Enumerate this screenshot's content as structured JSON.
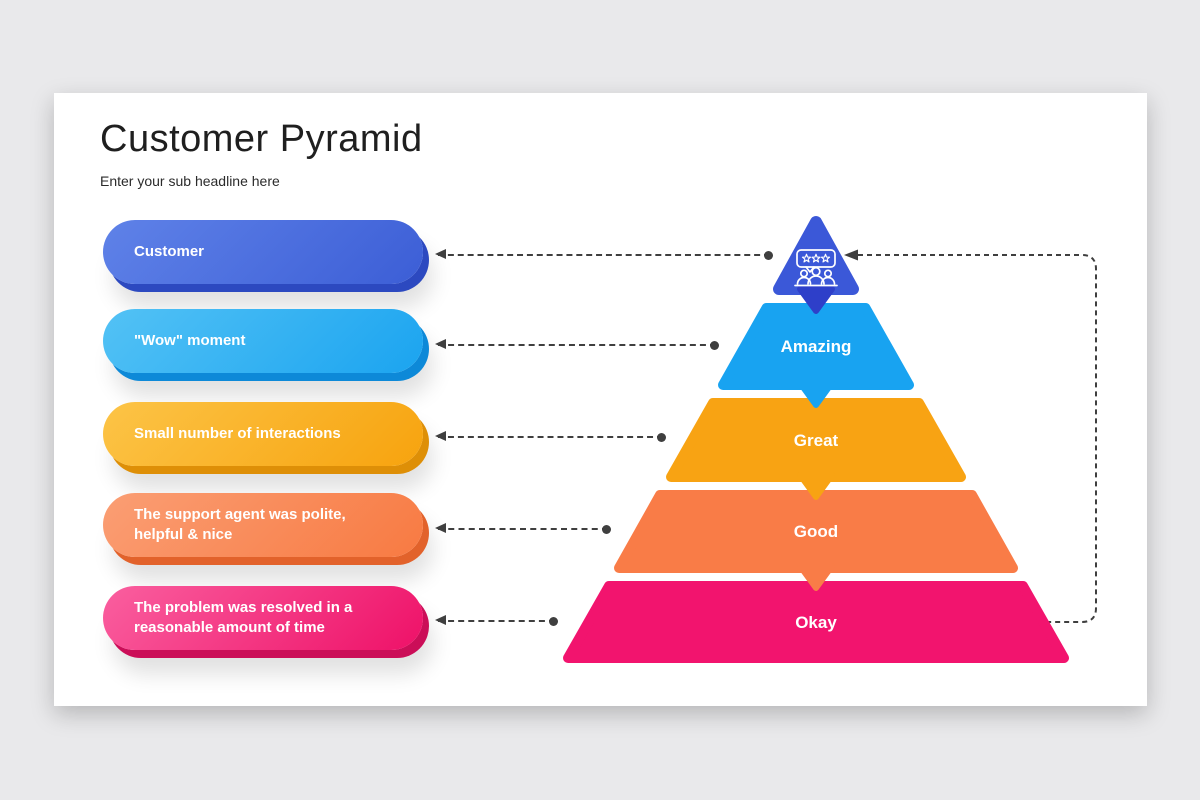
{
  "slide": {
    "title": "Customer Pyramid",
    "subtitle": "Enter your sub headline here"
  },
  "pills": [
    {
      "lines": [
        "Customer"
      ],
      "color_light": "#5f82e8",
      "color_dark": "#3c5ed6",
      "color_edge": "#2c49c0"
    },
    {
      "lines": [
        "\"Wow\" moment"
      ],
      "color_light": "#53c2f5",
      "color_dark": "#1ba4f0",
      "color_edge": "#0d89d8"
    },
    {
      "lines": [
        "Small number of interactions"
      ],
      "color_light": "#fcc447",
      "color_dark": "#f7a30e",
      "color_edge": "#de8f07"
    },
    {
      "lines": [
        "The support agent was polite,",
        "helpful & nice"
      ],
      "color_light": "#fa9e74",
      "color_dark": "#f87a42",
      "color_edge": "#e2622b"
    },
    {
      "lines": [
        "The problem was resolved in a",
        "reasonable amount of time"
      ],
      "color_light": "#fa5f9f",
      "color_dark": "#ee1168",
      "color_edge": "#cb0e58"
    }
  ],
  "pyramid": {
    "top": {
      "color": "#3b58d8",
      "notch_color": "#2e3fc9",
      "icon": "customer-review-people-icon"
    },
    "levels": [
      {
        "label": "Amazing",
        "color": "#18a3f1"
      },
      {
        "label": "Great",
        "color": "#f8a313"
      },
      {
        "label": "Good",
        "color": "#f97c47"
      },
      {
        "label": "Okay",
        "color": "#f2146e"
      }
    ]
  },
  "connector_color": "#3f3f3f",
  "background_color": "#e9e9eb"
}
